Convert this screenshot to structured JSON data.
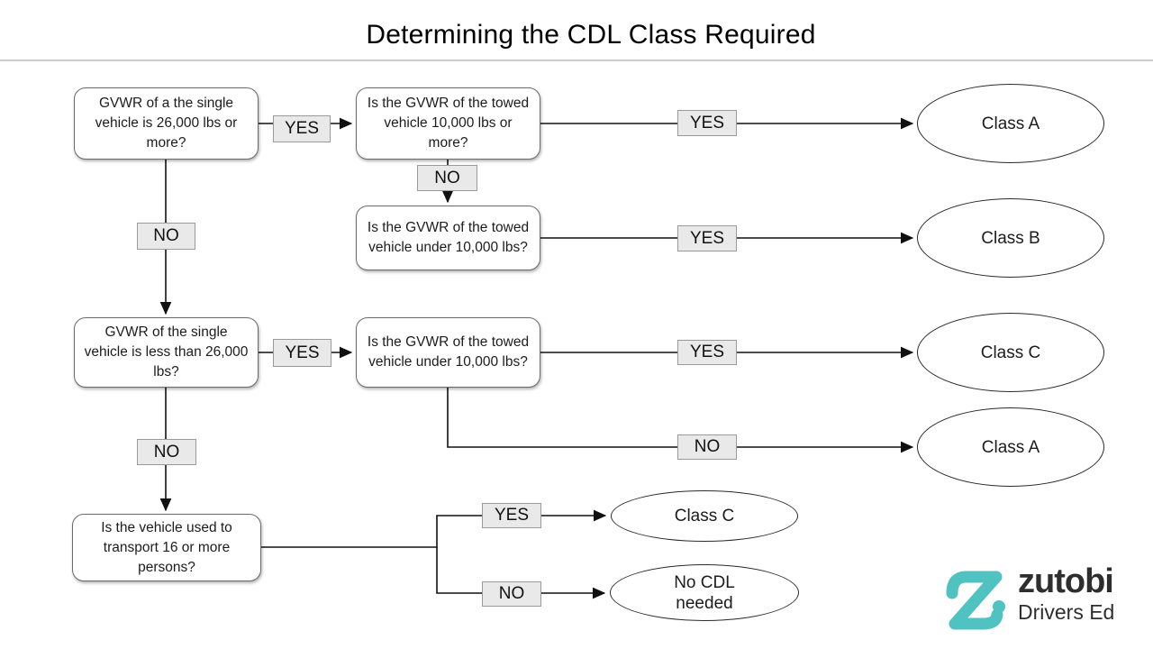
{
  "slide": {
    "title": "Determining the CDL Class Required"
  },
  "flowchart": {
    "labels": {
      "yes": "YES",
      "no": "NO"
    },
    "decisions": {
      "single_26k_or_more": "GVWR of a the single vehicle is 26,000 lbs or more?",
      "towed_10k_or_more": "Is the GVWR of the towed vehicle 10,000 lbs or more?",
      "towed_under_10k_top": "Is the GVWR of the towed vehicle under 10,000 lbs?",
      "single_less_26k": "GVWR of the single vehicle is less than 26,000 lbs?",
      "towed_under_10k_mid": "Is the GVWR of the towed vehicle under 10,000 lbs?",
      "transport_16_persons": "Is the vehicle used to transport 16 or more persons?"
    },
    "outcomes": {
      "class_a_top": "Class A",
      "class_b": "Class B",
      "class_c_mid": "Class C",
      "class_a_mid": "Class A",
      "class_c_bottom": "Class C",
      "no_cdl_needed": "No CDL needed"
    }
  },
  "branding": {
    "logo_text": "zutobi",
    "logo_subtext": "Drivers Ed",
    "accent_color": "#4fc2c1",
    "text_color": "#2e2e2e"
  }
}
